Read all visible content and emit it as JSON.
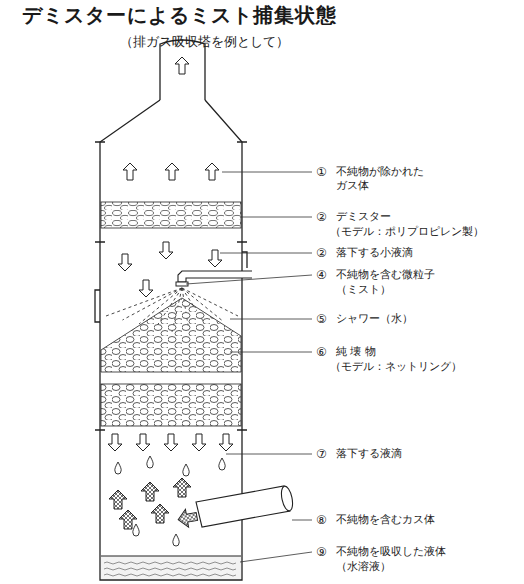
{
  "diagram": {
    "title": "デミスターによるミスト捕集状態",
    "labels": [
      "（排ガス吸収塔を例として）",
      "①",
      "不純物が除かれた ガス体",
      "②",
      "デミスター",
      "（モデル：ポリプロピレン製）",
      "②",
      "落下する小液滴",
      "④",
      "不純物を含む微粒子",
      "（ミスト）",
      "⑤",
      "シャワー（水）",
      "⑥",
      "純 壊 物",
      "（モデル：ネットリング）",
      "⑦",
      "落下する液滴",
      "⑧",
      "不純物を含むカス体",
      "⑨",
      "不純物を吸収した液体",
      "（水溶液）"
    ]
  }
}
